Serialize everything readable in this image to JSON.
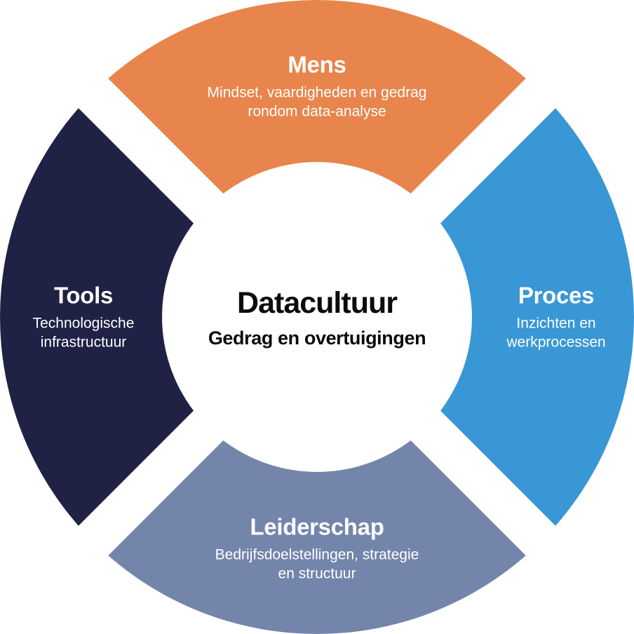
{
  "diagram": {
    "title_note": "circular data-culture model",
    "center": {
      "title": "Datacultuur",
      "subtitle": "Gedrag en overtuigingen",
      "text_color": "#0b0b0b",
      "bg_color": "#ffffff"
    },
    "segments": [
      {
        "id": "mens",
        "position": "top",
        "label": "Mens",
        "description": "Mindset, vaardigheden en gedrag\nrondom data-analyse",
        "color": "#e8854c",
        "text_color": "#ffffff"
      },
      {
        "id": "proces",
        "position": "right",
        "label": "Proces",
        "description": "Inzichten en\nwerkprocessen",
        "color": "#3997d6",
        "text_color": "#ffffff"
      },
      {
        "id": "leiderschap",
        "position": "bottom",
        "label": "Leiderschap",
        "description": "Bedrijfsdoelstellingen, strategie\nen structuur",
        "color": "#7485ab",
        "text_color": "#ffffff"
      },
      {
        "id": "tools",
        "position": "left",
        "label": "Tools",
        "description": "Technologische\ninfrastructuur",
        "color": "#1f2244",
        "text_color": "#ffffff"
      }
    ]
  }
}
